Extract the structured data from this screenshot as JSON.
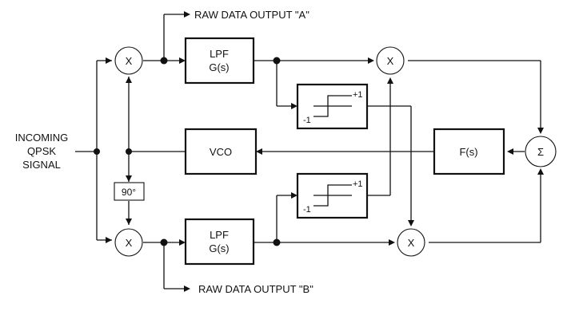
{
  "input": {
    "line1": "INCOMING",
    "line2": "QPSK",
    "line3": "SIGNAL"
  },
  "outputs": {
    "a": "RAW DATA OUTPUT \"A\"",
    "b": "RAW DATA OUTPUT \"B\""
  },
  "blocks": {
    "lpf_top": {
      "line1": "LPF",
      "line2": "G(s)"
    },
    "lpf_bottom": {
      "line1": "LPF",
      "line2": "G(s)"
    },
    "vco": "VCO",
    "loop_filter": "F(s)",
    "phase_shift": "90°",
    "limiter_top": {
      "plus": "+1",
      "minus": "-1"
    },
    "limiter_bottom": {
      "plus": "+1",
      "minus": "-1"
    }
  },
  "operators": {
    "multiply": "X",
    "sum": "Σ"
  },
  "colors": {
    "ink": "#111111",
    "background": "#ffffff"
  }
}
